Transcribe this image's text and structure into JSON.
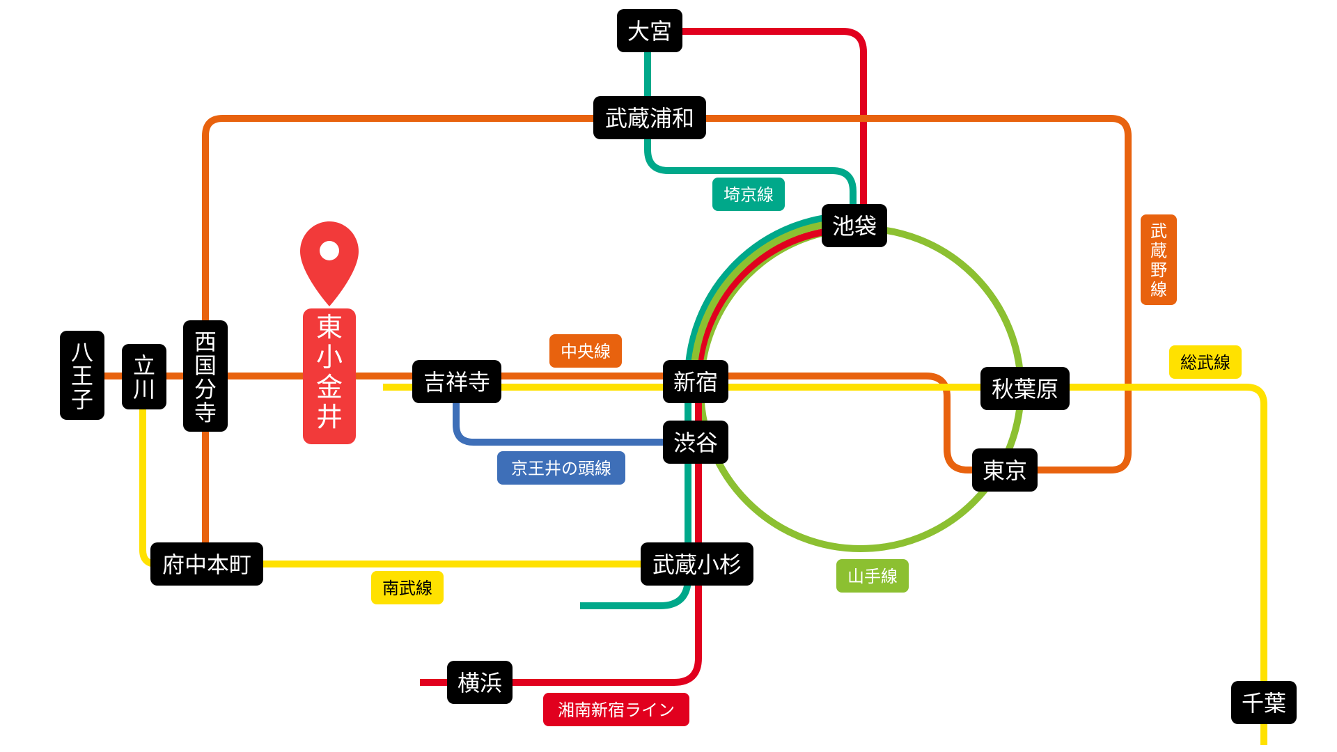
{
  "colors": {
    "chuo": "#E8620E",
    "musashino": "#E8620E",
    "saikyo": "#00A88A",
    "yamanote": "#8CC031",
    "sobu": "#FFE100",
    "nambu": "#FFE100",
    "shonan": "#E1001E",
    "keio": "#3E6FB8",
    "station_bg": "#000000",
    "highlight": "#F23A3A"
  },
  "stations": {
    "omiya": "大宮",
    "musashi_urawa": "武蔵浦和",
    "ikebukuro": "池袋",
    "hachioji": "八王子",
    "tachikawa": "立川",
    "nishi_kokubunji": "西国分寺",
    "higashi_koganei": "東小金井",
    "kichijoji": "吉祥寺",
    "shinjuku": "新宿",
    "shibuya": "渋谷",
    "akihabara": "秋葉原",
    "tokyo": "東京",
    "fuchu_hommachi": "府中本町",
    "musashi_kosugi": "武蔵小杉",
    "yokohama": "横浜",
    "chiba": "千葉"
  },
  "lines": {
    "saikyo": "埼京線",
    "musashino": "武蔵野線",
    "chuo": "中央線",
    "sobu": "総武線",
    "keio_inokashira": "京王井の頭線",
    "yamanote": "山手線",
    "nambu": "南武線",
    "shonan_shinjuku": "湘南新宿ライン"
  },
  "icons": {
    "location_pin": "map-pin-icon"
  }
}
